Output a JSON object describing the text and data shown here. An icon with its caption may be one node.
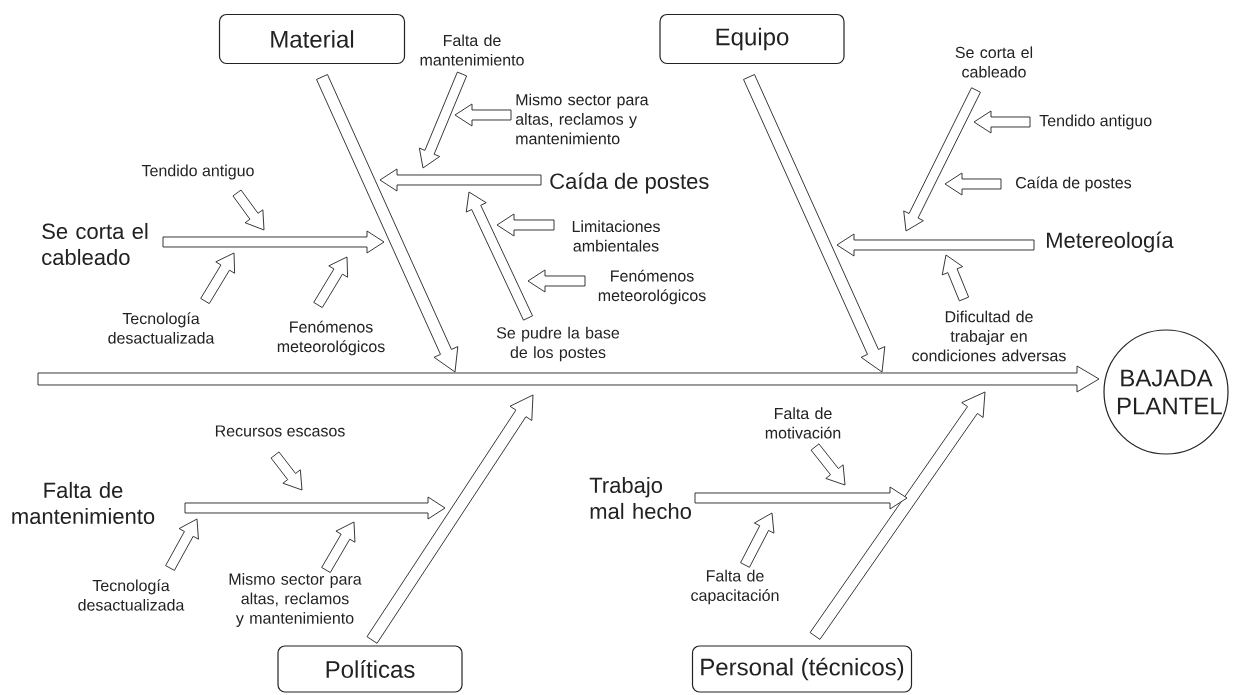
{
  "diagram": {
    "nodes": [
      {
        "text": [
          "Material"
        ]
      },
      {
        "text": [
          "Equipo"
        ]
      },
      {
        "text": [
          "Falta de mantenimiento"
        ]
      },
      {
        "text": [
          "Mismo sector para altas, reclamos y mantenimiento"
        ]
      },
      {
        "text": [
          "Caída de postes"
        ]
      },
      {
        "text": [
          "Tendido antiguo"
        ]
      },
      {
        "text": [
          "Se corta el cableado"
        ]
      },
      {
        "text": [
          "Tecnología desactualizada"
        ]
      },
      {
        "text": [
          "Fenómenos meteorológicos"
        ]
      },
      {
        "text": [
          "Limitaciones ambientales"
        ]
      },
      {
        "text": [
          "Fenómenos meteorológicos"
        ]
      },
      {
        "text": [
          "Se pudre la base de los postes"
        ]
      },
      {
        "text": [
          "Se corta el cableado"
        ]
      },
      {
        "text": [
          "Tendido antiguo"
        ]
      },
      {
        "text": [
          "Caída de postes"
        ]
      },
      {
        "text": [
          "Metereología"
        ]
      },
      {
        "text": [
          "Dificultad de trabajar en condiciones adversas"
        ]
      },
      {
        "text": [
          "BAJADA PLANTEL"
        ]
      },
      {
        "text": [
          "Recursos escasos"
        ]
      },
      {
        "text": [
          "Falta de mantenimiento"
        ]
      },
      {
        "text": [
          "Tecnología desactualizada"
        ]
      },
      {
        "text": [
          "Mismo sector para altas, reclamos y mantenimiento"
        ]
      },
      {
        "text": [
          "Trabajo mal hecho"
        ]
      },
      {
        "text": [
          "Falta de motivación"
        ]
      },
      {
        "text": [
          "Falta de capacitación"
        ]
      },
      {
        "text": [
          "Políticas"
        ]
      },
      {
        "text": [
          "Personal (técnicos)"
        ]
      }
    ],
    "edges": [
      {
        "from": null,
        "to": 17,
        "arrow": "to"
      },
      {
        "from": 0,
        "to": null,
        "arrow": "to"
      },
      {
        "from": 1,
        "to": null,
        "arrow": "to"
      },
      {
        "from": 25,
        "to": null,
        "arrow": "to"
      },
      {
        "from": 26,
        "to": null,
        "arrow": "to"
      },
      {
        "from": 2,
        "to": null,
        "arrow": "to"
      },
      {
        "from": 3,
        "to": null,
        "arrow": "to"
      },
      {
        "from": 4,
        "to": null,
        "arrow": "to"
      },
      {
        "from": 5,
        "to": null,
        "arrow": "to"
      },
      {
        "from": 6,
        "to": null,
        "arrow": "to"
      },
      {
        "from": 7,
        "to": null,
        "arrow": "to"
      },
      {
        "from": 8,
        "to": null,
        "arrow": "to"
      },
      {
        "from": 9,
        "to": null,
        "arrow": "to"
      },
      {
        "from": 10,
        "to": null,
        "arrow": "to"
      },
      {
        "from": 11,
        "to": null,
        "arrow": "to"
      },
      {
        "from": 12,
        "to": null,
        "arrow": "to"
      },
      {
        "from": 13,
        "to": null,
        "arrow": "to"
      },
      {
        "from": 14,
        "to": null,
        "arrow": "to"
      },
      {
        "from": 15,
        "to": null,
        "arrow": "to"
      },
      {
        "from": 16,
        "to": null,
        "arrow": "to"
      },
      {
        "from": 18,
        "to": null,
        "arrow": "to"
      },
      {
        "from": 19,
        "to": null,
        "arrow": "to"
      },
      {
        "from": 20,
        "to": null,
        "arrow": "to"
      },
      {
        "from": 21,
        "to": null,
        "arrow": "to"
      },
      {
        "from": 22,
        "to": null,
        "arrow": "to"
      },
      {
        "from": 23,
        "to": null,
        "arrow": "to"
      },
      {
        "from": 24,
        "to": null,
        "arrow": "to"
      }
    ]
  }
}
